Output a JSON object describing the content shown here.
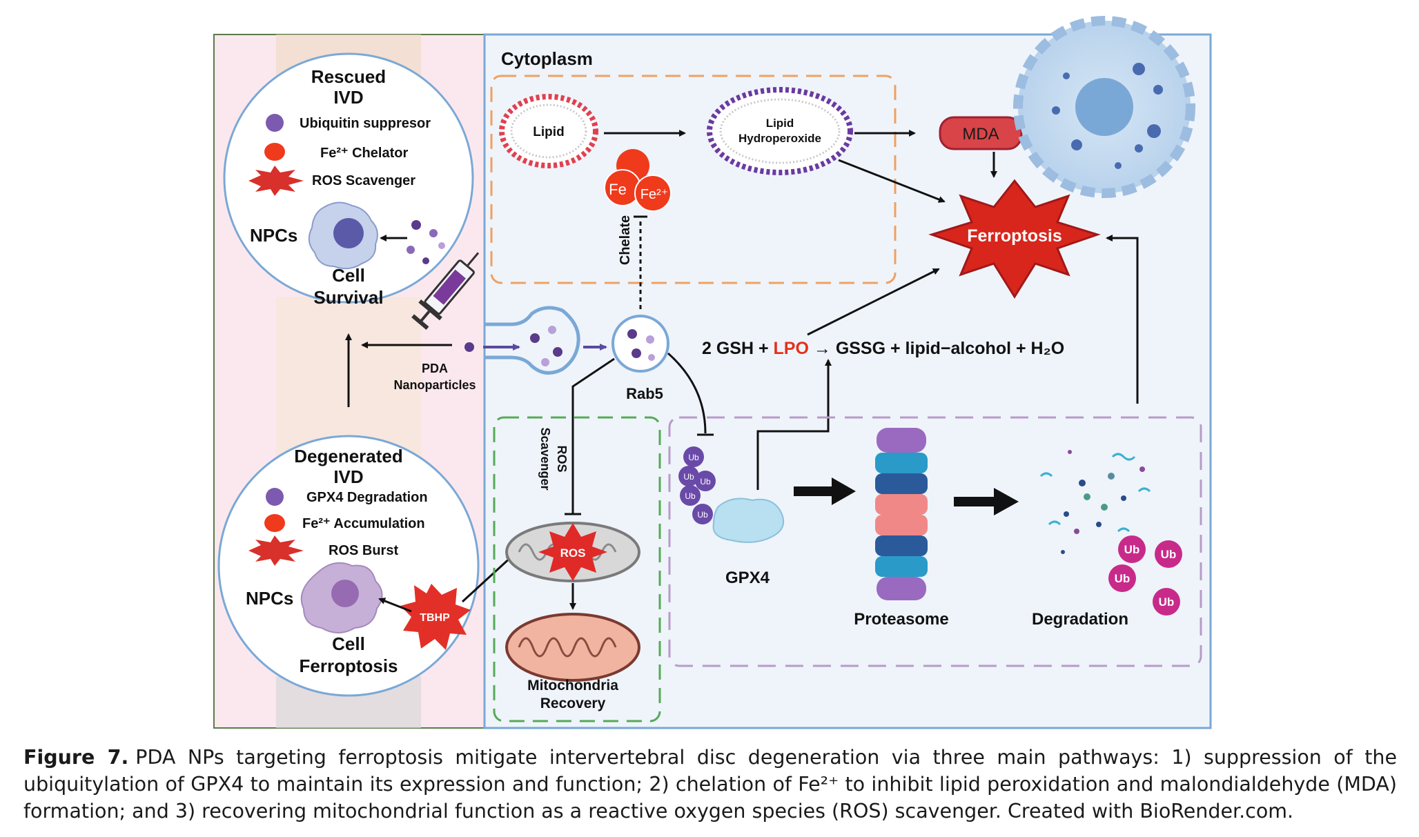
{
  "figure": {
    "cytoplasm_label": "Cytoplasm",
    "rescued": {
      "title_line1": "Rescued",
      "title_line2": "IVD",
      "legend": [
        "Ubiquitin suppresor",
        "Fe²⁺ Chelator",
        "ROS Scavenger"
      ],
      "npcs": "NPCs",
      "outcome_line1": "Cell",
      "outcome_line2": "Survival"
    },
    "degenerated": {
      "title_line1": "Degenerated",
      "title_line2": "IVD",
      "legend": [
        "GPX4 Degradation",
        "Fe²⁺ Accumulation",
        "ROS Burst"
      ],
      "npcs": "NPCs",
      "outcome_line1": "Cell",
      "outcome_line2": "Ferroptosis",
      "tbhp": "TBHP"
    },
    "pda_line1": "PDA",
    "pda_line2": "Nanoparticles",
    "lipid": "Lipid",
    "lipid_hydro_line1": "Lipid",
    "lipid_hydro_line2": "Hydroperoxide",
    "fe_label": "Fe²⁺",
    "fe_partial": "Fe",
    "chelate": "Chelate",
    "mda": "MDA",
    "ferroptosis": "Ferroptosis",
    "equation": {
      "part1": "2 GSH + ",
      "lpo": "LPO",
      "part2": " → GSSG + lipid−alcohol + H₂O"
    },
    "rab5": "Rab5",
    "ros_scavenger_line1": "ROS",
    "ros_scavenger_line2": "Scavenger",
    "ros": "ROS",
    "mito_line1": "Mitochondria",
    "mito_line2": "Recovery",
    "ub": "Ub",
    "gpx4": "GPX4",
    "proteasome": "Proteasome",
    "degradation": "Degradation",
    "colors": {
      "left_bg": "#fbe8ee",
      "right_bg": "#eef4fa",
      "accent_red": "#e53a24",
      "purple": "#7b55a8",
      "orange_dash": "#f0a060",
      "green_dash": "#55aa55",
      "violet_dash": "#b89ac8"
    }
  },
  "caption": {
    "label": "Figure 7.",
    "text": "PDA NPs targeting ferroptosis mitigate intervertebral disc degeneration via three main pathways: 1) suppression of the ubiquitylation of GPX4 to maintain its expression and function; 2) chelation of Fe²⁺ to inhibit lipid peroxidation and malondialdehyde (MDA) formation; and 3) recovering mitochondrial function as a reactive oxygen species (ROS) scavenger. Created with BioRender.com."
  }
}
